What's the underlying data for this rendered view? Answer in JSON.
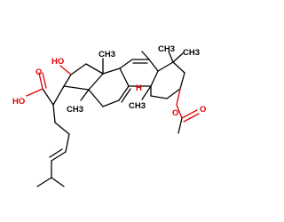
{
  "structure": {
    "atom_labels": {
      "oh_top": "HO",
      "methyl_c13": "CH3",
      "h_c5": "H",
      "methyl_c4a": "CH3",
      "methyl_c4b": "CH3",
      "o_acid_top": "O",
      "oh_acid": "HO",
      "methyl_c14": "CH3",
      "methyl_c10": "CH3",
      "o_ester": "O",
      "o_carbonyl": "O"
    },
    "colors": {
      "bond": "#000000",
      "heteroatom": "#e00000",
      "stereo_h": "#e00000"
    }
  }
}
